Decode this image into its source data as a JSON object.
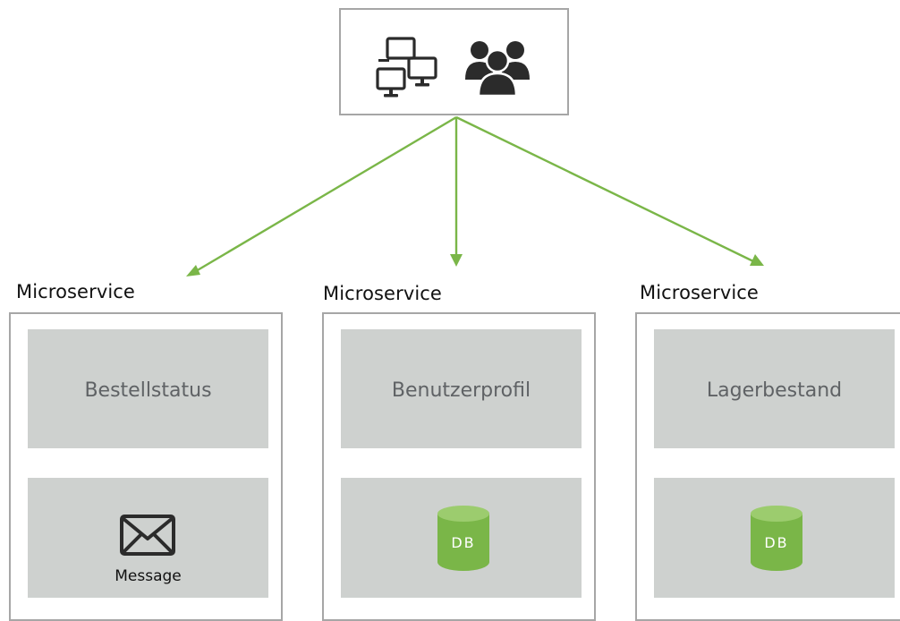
{
  "client": {
    "icons": [
      "computers-icon",
      "users-icon"
    ]
  },
  "services": [
    {
      "label": "Microservice",
      "component": "Bestellstatus",
      "storage_type": "message",
      "storage_label": "Message"
    },
    {
      "label": "Microservice",
      "component": "Benutzerprofil",
      "storage_type": "database",
      "storage_label": "DB"
    },
    {
      "label": "Microservice",
      "component": "Lagerbestand",
      "storage_type": "database",
      "storage_label": "DB"
    }
  ],
  "colors": {
    "arrow": "#7ab648",
    "panel": "#ced1cf",
    "border": "#a6a6a6",
    "db": "#7ab648",
    "db_top": "#9ccc6e",
    "icon": "#2b2b2b"
  }
}
